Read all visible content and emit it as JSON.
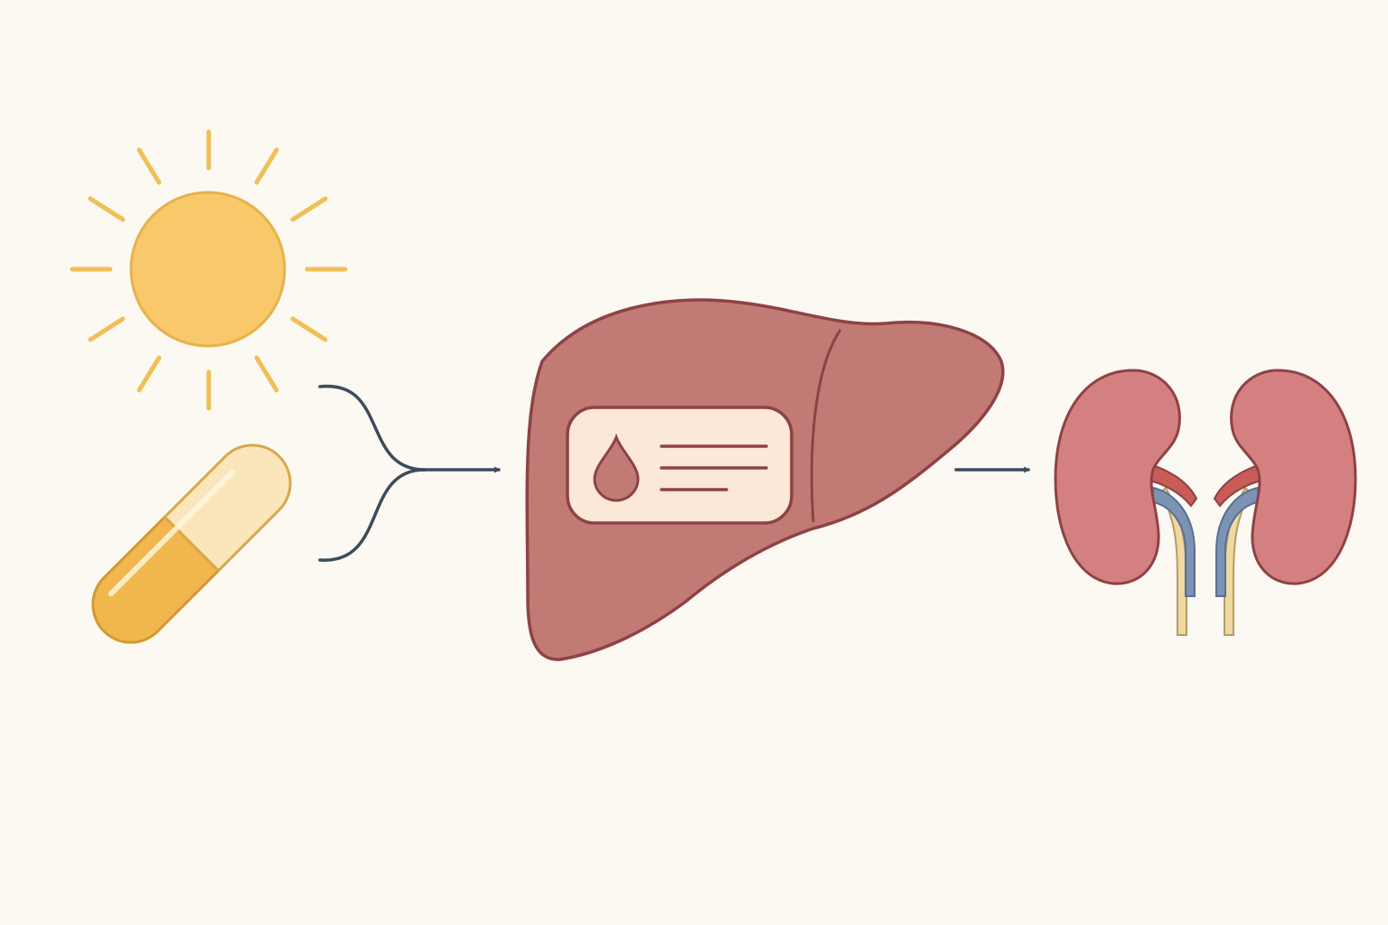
{
  "diagram": {
    "nodes": [
      {
        "id": "sun",
        "icon": "sun-icon"
      },
      {
        "id": "pill",
        "icon": "capsule-icon"
      },
      {
        "id": "liver",
        "icon": "liver-icon"
      },
      {
        "id": "blood-badge",
        "icon": "blood-drop-icon"
      },
      {
        "id": "kidneys",
        "icon": "kidneys-icon"
      }
    ],
    "edges": [
      {
        "from": "sun",
        "to": "liver"
      },
      {
        "from": "pill",
        "to": "liver"
      },
      {
        "from": "liver",
        "to": "kidneys"
      }
    ]
  },
  "colors": {
    "background": "#fcf9f2",
    "sun": "#f8c86a",
    "sun_stroke": "#e9b64a",
    "capsule_light": "#fbe6bb",
    "capsule_dark": "#f2b64f",
    "liver": "#c17b74",
    "organ_stroke": "#8e4246",
    "kidney": "#d58080",
    "artery": "#c95c57",
    "vein": "#7d93b4",
    "ureter": "#efd9a3",
    "arrow": "#3c4c5a",
    "badge": "#fbe8d6"
  }
}
